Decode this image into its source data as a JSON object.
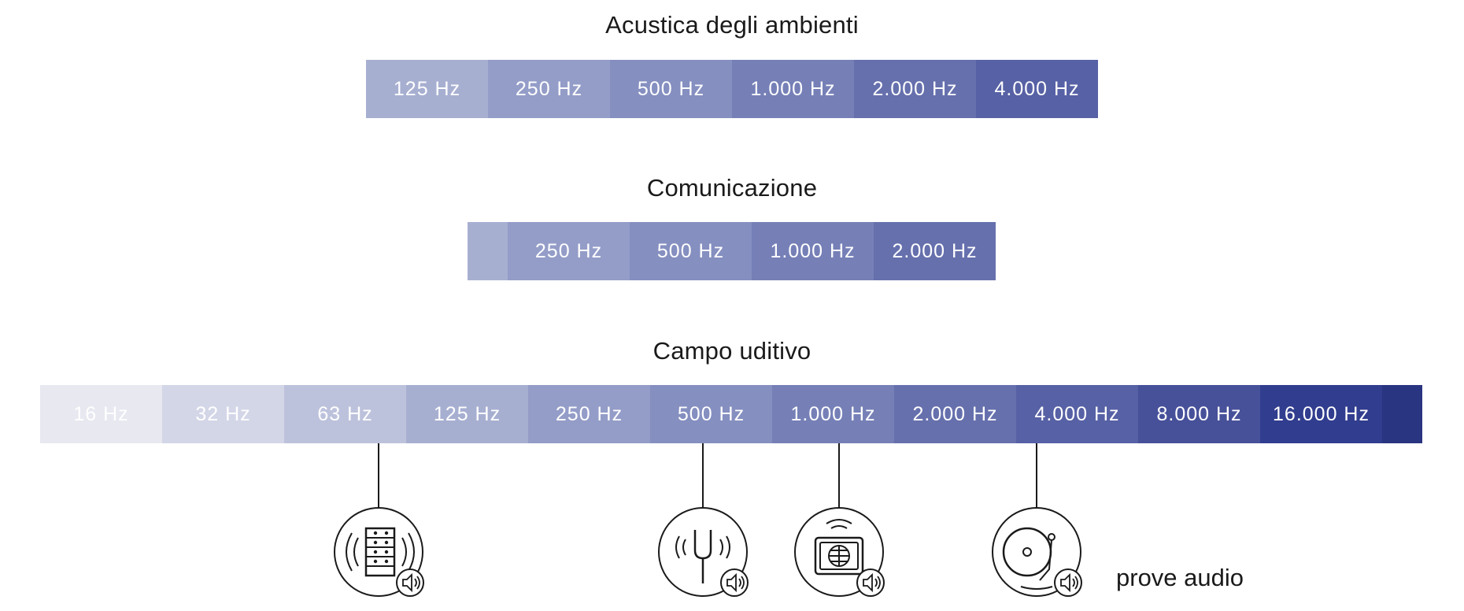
{
  "sections": [
    {
      "title": "Acustica degli ambienti",
      "segments": [
        {
          "label": "125 Hz",
          "color": "#A7AFD1"
        },
        {
          "label": "250 Hz",
          "color": "#949DC8"
        },
        {
          "label": "500 Hz",
          "color": "#858FC0"
        },
        {
          "label": "1.000 Hz",
          "color": "#7680B7"
        },
        {
          "label": "2.000 Hz",
          "color": "#6670AD"
        },
        {
          "label": "4.000 Hz",
          "color": "#5761A5"
        }
      ]
    },
    {
      "title": "Comunicazione",
      "segments": [
        {
          "label": "",
          "color": "#A7AFD1"
        },
        {
          "label": "250 Hz",
          "color": "#949DC8"
        },
        {
          "label": "500 Hz",
          "color": "#858FC0"
        },
        {
          "label": "1.000 Hz",
          "color": "#7680B7"
        },
        {
          "label": "2.000 Hz",
          "color": "#6670AD"
        }
      ]
    },
    {
      "title": "Campo uditivo",
      "segments": [
        {
          "label": "16 Hz",
          "color": "#E7E8F0"
        },
        {
          "label": "32 Hz",
          "color": "#D3D6E7"
        },
        {
          "label": "63 Hz",
          "color": "#BDC2DC"
        },
        {
          "label": "125 Hz",
          "color": "#A7AFD1"
        },
        {
          "label": "250 Hz",
          "color": "#949DC8"
        },
        {
          "label": "500 Hz",
          "color": "#858FC0"
        },
        {
          "label": "1.000 Hz",
          "color": "#7680B7"
        },
        {
          "label": "2.000 Hz",
          "color": "#6670AD"
        },
        {
          "label": "4.000 Hz",
          "color": "#5761A5"
        },
        {
          "label": "8.000 Hz",
          "color": "#47519A"
        },
        {
          "label": "16.000 Hz",
          "color": "#313D8E"
        },
        {
          "label": "",
          "color": "#293580"
        }
      ]
    }
  ],
  "icons": [
    {
      "name": "speaker-cabinet-icon",
      "badge": "speaker-icon"
    },
    {
      "name": "tuning-fork-icon",
      "badge": "speaker-icon"
    },
    {
      "name": "radio-broadcast-icon",
      "badge": "speaker-icon"
    },
    {
      "name": "turntable-icon",
      "badge": "speaker-icon"
    }
  ],
  "note": "prove audio"
}
